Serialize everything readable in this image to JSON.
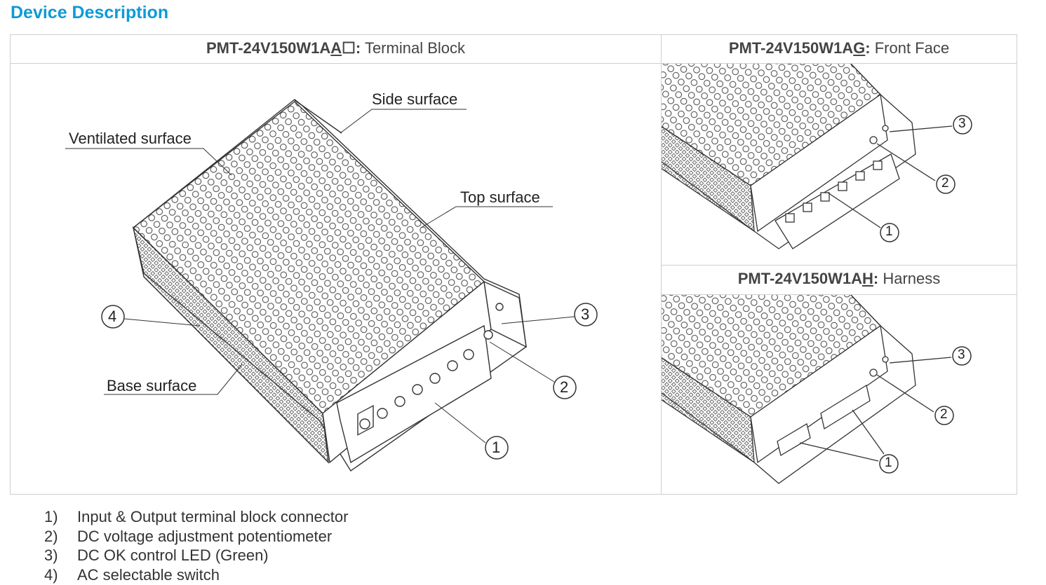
{
  "title": "Device Description",
  "panels": {
    "terminal": {
      "model_prefix": "PMT-24V150W1A",
      "model_key": "A",
      "model_suffix": "☐",
      "colon": ":",
      "variant": " Terminal Block"
    },
    "front": {
      "model_prefix": "PMT-24V150W1A",
      "model_key": "G",
      "colon": ":",
      "variant": " Front Face"
    },
    "harness": {
      "model_prefix": "PMT-24V150W1A",
      "model_key": "H",
      "colon": ":",
      "variant": " Harness"
    }
  },
  "drawing_labels": {
    "side_surface": "Side surface",
    "ventilated_surface": "Ventilated surface",
    "top_surface": "Top surface",
    "base_surface": "Base surface"
  },
  "callouts": [
    "1",
    "2",
    "3",
    "4"
  ],
  "items": [
    {
      "num": "1)",
      "text": "Input & Output terminal block connector"
    },
    {
      "num": "2)",
      "text": "DC voltage adjustment potentiometer"
    },
    {
      "num": "3)",
      "text": "DC OK control LED (Green)"
    },
    {
      "num": "4)",
      "text": "AC selectable switch"
    }
  ],
  "colors": {
    "title": "#0e9ad7",
    "border": "#cfcfcf",
    "text": "#444444"
  }
}
